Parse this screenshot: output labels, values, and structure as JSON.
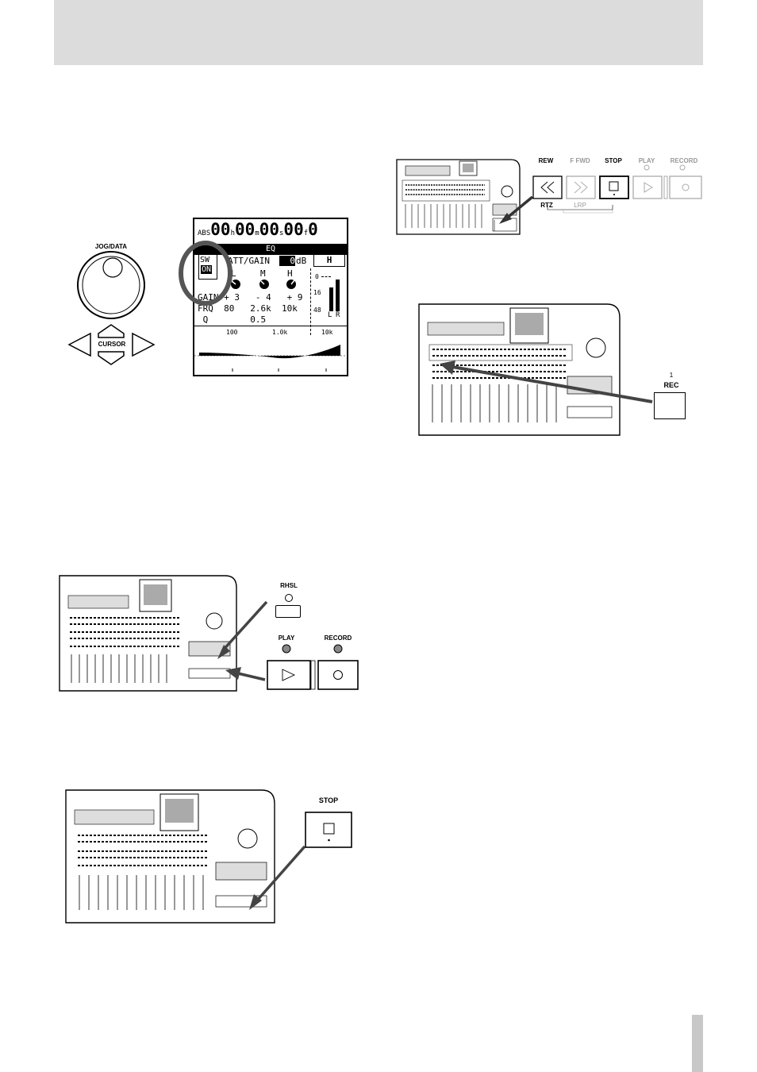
{
  "jog_panel": {
    "jog_label": "JOG/DATA",
    "cursor_label": "CURSOR"
  },
  "eq_screen": {
    "abs_label": "ABS",
    "time": {
      "h": "00",
      "h_unit": "h",
      "m": "00",
      "m_unit": "m",
      "s": "00",
      "s_unit": "s",
      "f": "00",
      "f_unit": "f",
      "sub": "0"
    },
    "screen_title": "EQ",
    "sw_label": "SW",
    "sw_value": "ON",
    "att_gain_label": "ATT/GAIN",
    "att_gain_value": "0",
    "att_gain_unit": "dB",
    "band_selected": "H",
    "band_labels": [
      "L",
      "M",
      "H"
    ],
    "gain_row": "GAIN + 3   - 4   + 9",
    "frq_row": "FRQ  80   2.6k  10k",
    "q_row": " Q        0.5",
    "meter_scale": [
      "0",
      "16",
      "48"
    ],
    "meter_channels": [
      "L",
      "R"
    ],
    "freq_axis": [
      "100",
      "1.0k",
      "10k"
    ]
  },
  "transport_top": {
    "buttons": [
      "REW",
      "F FWD",
      "STOP",
      "PLAY",
      "RECORD"
    ],
    "rtz_label": "RTZ",
    "lrp_label": "LRP"
  },
  "rec_figure": {
    "track_number": "1",
    "rec_label": "REC"
  },
  "rhsl_figure": {
    "rhsl_label": "RHSL",
    "play_label": "PLAY",
    "record_label": "RECORD"
  },
  "stop_figure": {
    "stop_label": "STOP"
  }
}
